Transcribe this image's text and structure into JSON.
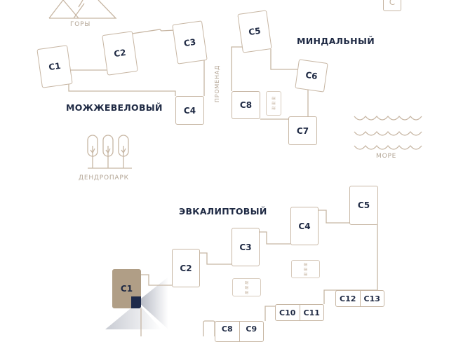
{
  "colors": {
    "line": "#c7b6a3",
    "text": "#1f2a44",
    "label": "#b3a595",
    "selected": "#b09e86",
    "marker": "#1e2a4a"
  },
  "landmarks": {
    "mountains": "ГОРЫ",
    "promenade": "ПРОМЕНАД",
    "arboretum": "ДЕНДРОПАРК",
    "sea": "МОРЕ"
  },
  "top_partial_building": "С",
  "mozhzhevelovy": {
    "street": "МОЖЖЕВЕЛОВЫЙ",
    "buildings": [
      "С1",
      "С2",
      "С3",
      "С4"
    ]
  },
  "mindalny": {
    "street": "МИНДАЛЬНЫЙ",
    "buildings": [
      "С5",
      "С6",
      "С7",
      "С8"
    ]
  },
  "evkaliptovy": {
    "street": "ЭВКАЛИПТОВЫЙ",
    "buildings": [
      "С1",
      "С2",
      "С3",
      "С4",
      "С5"
    ],
    "pairs": [
      [
        "С8",
        "С9"
      ],
      [
        "С10",
        "С11"
      ],
      [
        "С12",
        "С13"
      ]
    ],
    "selected": "С1"
  },
  "pool_icon": "≋"
}
